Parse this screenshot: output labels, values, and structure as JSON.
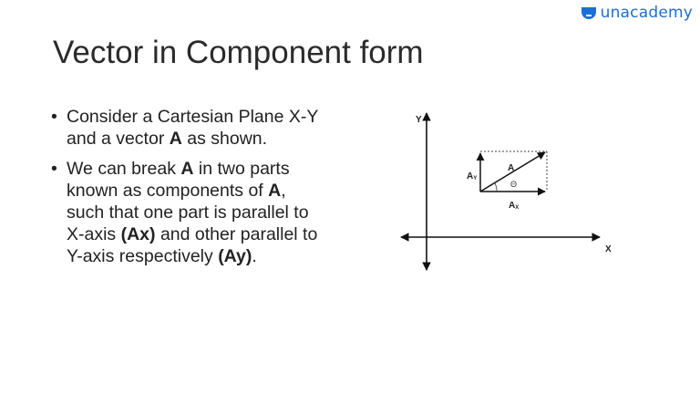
{
  "brand": {
    "name": "unacademy",
    "color": "#1a6fd6"
  },
  "slide": {
    "title": "Vector in Component form",
    "bullets": [
      {
        "parts": [
          {
            "text": "Consider a Cartesian Plane X-Y and a vector ",
            "bold": false
          },
          {
            "text": "A",
            "bold": true
          },
          {
            "text": " as shown.",
            "bold": false
          }
        ]
      },
      {
        "parts": [
          {
            "text": "We can break ",
            "bold": false
          },
          {
            "text": "A",
            "bold": true
          },
          {
            "text": " in two parts known as components of ",
            "bold": false
          },
          {
            "text": "A",
            "bold": true
          },
          {
            "text": ", such that one part is parallel to X-axis ",
            "bold": false
          },
          {
            "text": "(Ax)",
            "bold": true
          },
          {
            "text": " and other parallel to Y-axis respectively ",
            "bold": false
          },
          {
            "text": "(Ay)",
            "bold": true
          },
          {
            "text": ".",
            "bold": false
          }
        ]
      }
    ]
  },
  "diagram": {
    "y_axis_label": "Y",
    "x_axis_label": "X",
    "vector_label": "A",
    "x_component_label": {
      "main": "A",
      "sub": "X"
    },
    "y_component_label": {
      "main": "A",
      "sub": "Y"
    },
    "angle_label": "Θ"
  }
}
